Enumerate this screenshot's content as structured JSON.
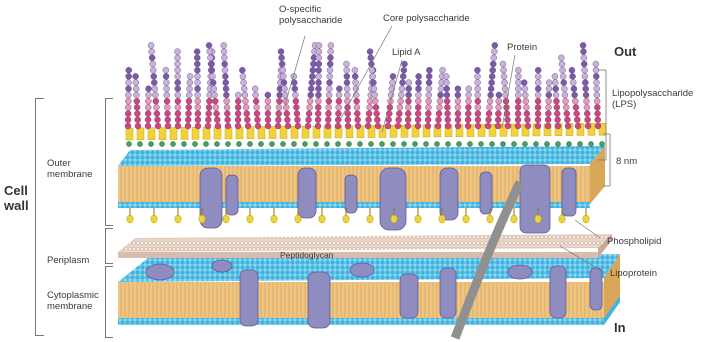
{
  "labels": {
    "o_specific": "O-specific\npolysaccharide",
    "core_poly": "Core polysaccharide",
    "lipid_a": "Lipid A",
    "protein": "Protein",
    "out": "Out",
    "in": "In",
    "lps": "Lipopolysaccharide\n(LPS)",
    "nm": "8 nm",
    "cell_wall": "Cell\nwall",
    "outer_membrane": "Outer\nmembrane",
    "periplasm": "Periplasm",
    "cytoplasmic_membrane": "Cytoplasmic\nmembrane",
    "peptidoglycan": "Peptidoglycan",
    "phospholipid": "Phospholipid",
    "lipoprotein": "Lipoprotein"
  },
  "colors": {
    "head_blue": "#5bc3e6",
    "tail_tan": "#efc583",
    "lps_yellow": "#f2d23a",
    "protein_purple": "#8f8cc0",
    "sugar_purple": "#7b5aa6",
    "sugar_pink": "#d0467a",
    "sugar_light": "#c8b3d8",
    "peptidoglycan": "#e6cfc2"
  },
  "icons": [
    "lps-chain-icon",
    "phospholipid-icon",
    "membrane-protein-icon",
    "lipoprotein-icon"
  ]
}
